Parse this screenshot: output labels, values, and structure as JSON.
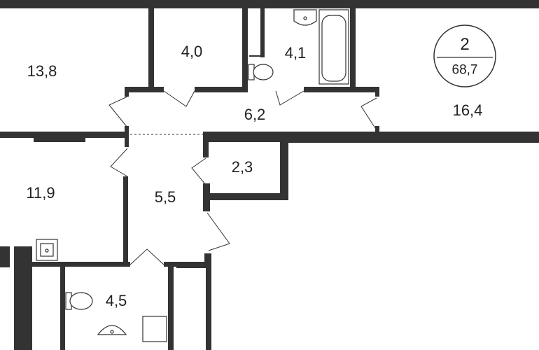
{
  "apartment": {
    "rooms": "2",
    "total_area": "68,7"
  },
  "room_labels": [
    {
      "id": "living-room-left",
      "area": "13,8"
    },
    {
      "id": "small-room",
      "area": "4,0"
    },
    {
      "id": "bathroom",
      "area": "4,1"
    },
    {
      "id": "living-room-right",
      "area": "16,4"
    },
    {
      "id": "corridor",
      "area": "6,2"
    },
    {
      "id": "storage",
      "area": "2,3"
    },
    {
      "id": "bedroom",
      "area": "11,9"
    },
    {
      "id": "hall",
      "area": "5,5"
    },
    {
      "id": "toilet",
      "area": "4,5"
    }
  ],
  "colors": {
    "wall": "#333333",
    "background": "#ffffff"
  }
}
